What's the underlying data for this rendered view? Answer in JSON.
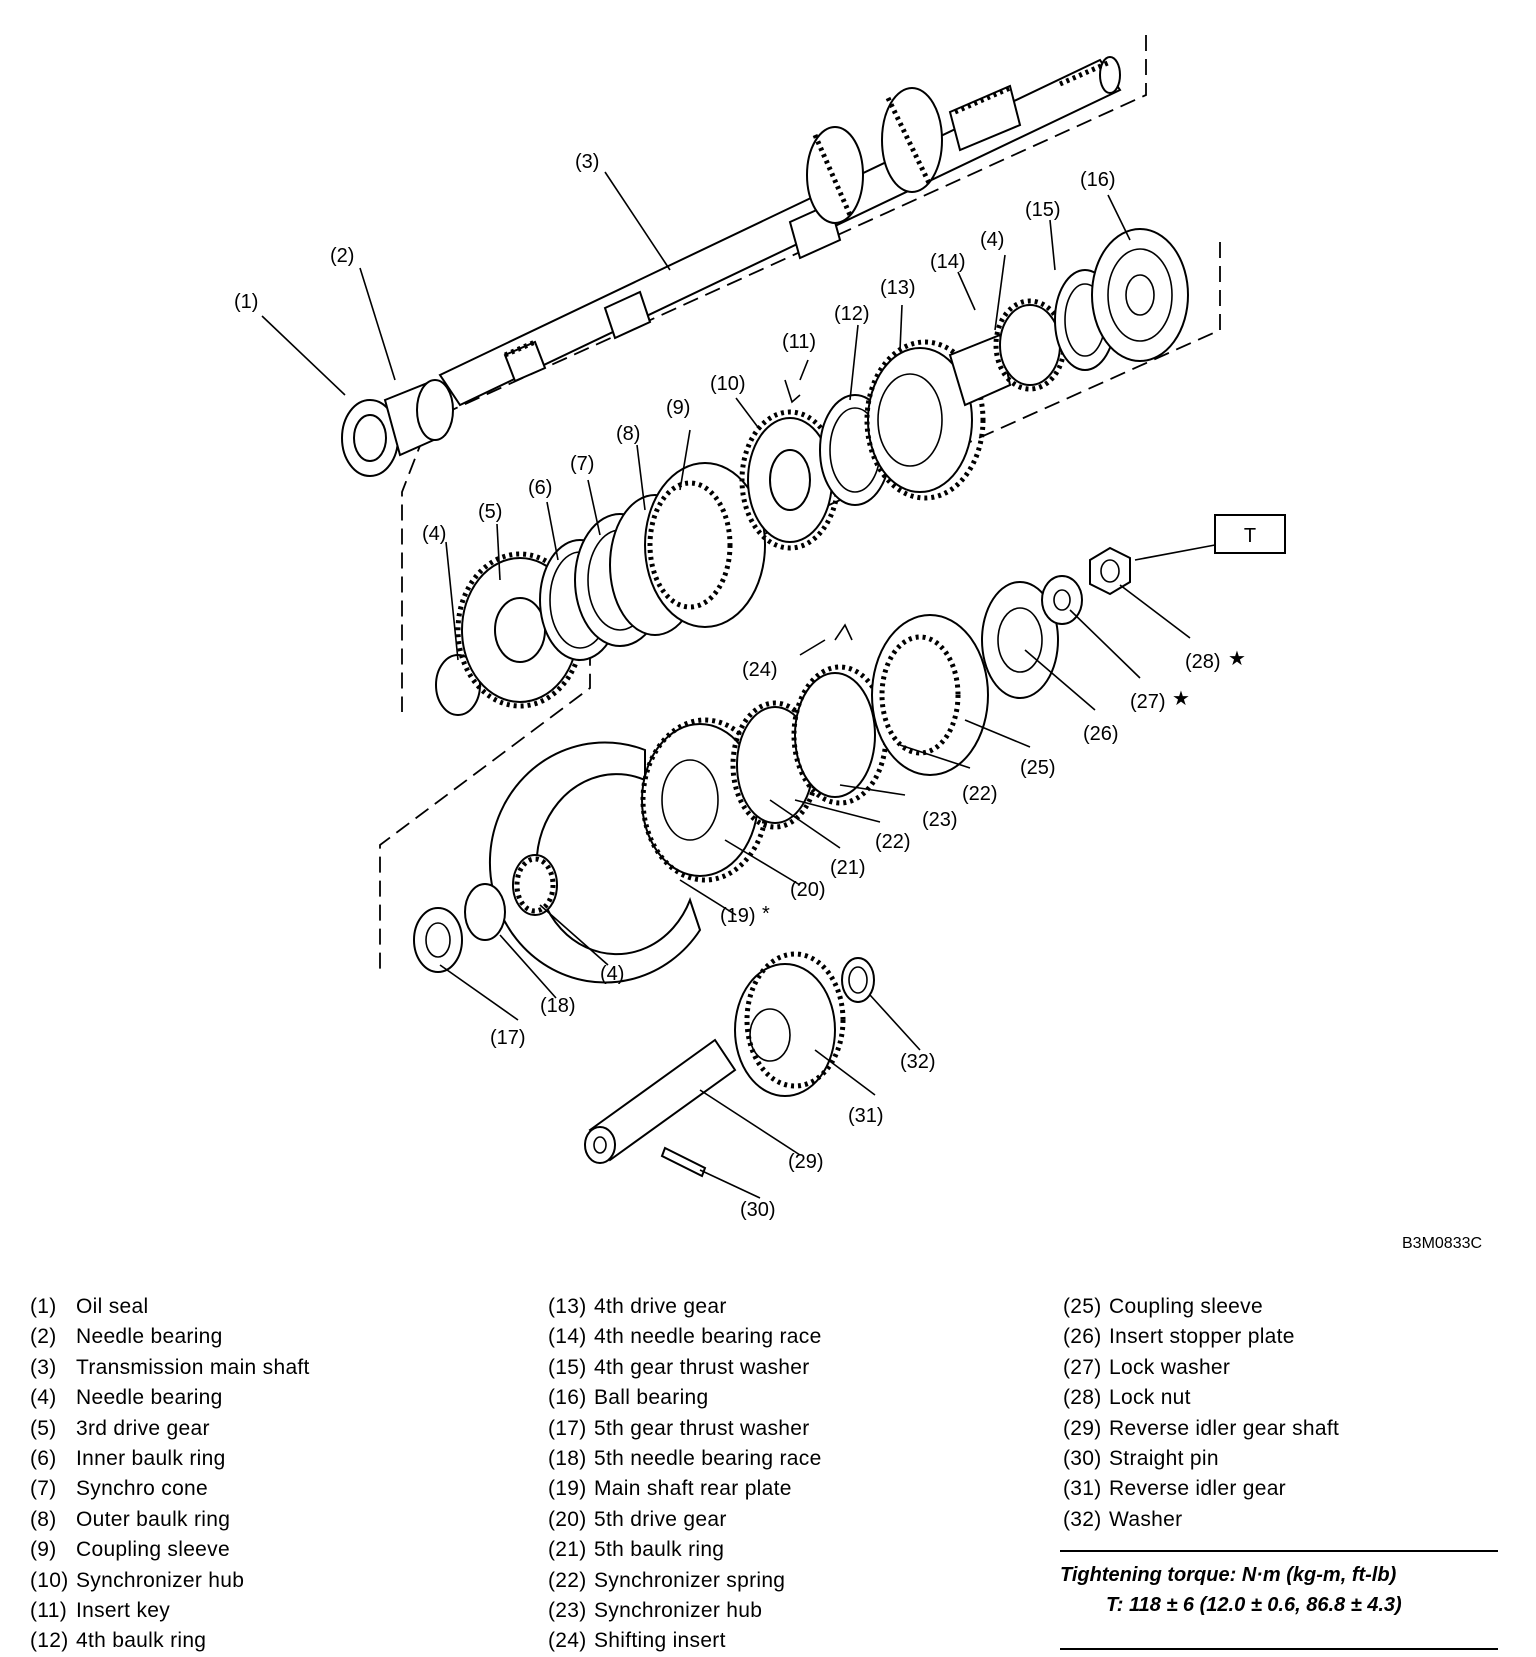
{
  "figure_code": "B3M0833C",
  "box_label": "T",
  "callouts": {
    "c1": "(1)",
    "c2": "(2)",
    "c3": "(3)",
    "c4a": "(4)",
    "c4b": "(4)",
    "c4c": "(4)",
    "c5": "(5)",
    "c6": "(6)",
    "c7": "(7)",
    "c8": "(8)",
    "c9": "(9)",
    "c10": "(10)",
    "c11": "(11)",
    "c12": "(12)",
    "c13": "(13)",
    "c14": "(14)",
    "c15": "(15)",
    "c16": "(16)",
    "c17": "(17)",
    "c18": "(18)",
    "c19": "(19)",
    "c20": "(20)",
    "c21": "(21)",
    "c22a": "(22)",
    "c22b": "(22)",
    "c23": "(23)",
    "c24": "(24)",
    "c25": "(25)",
    "c26": "(26)",
    "c27": "(27)",
    "c28": "(28)",
    "c29": "(29)",
    "c30": "(30)",
    "c31": "(31)",
    "c32": "(32)",
    "mark_star_27": "★",
    "mark_star_28": "★",
    "mark_asterisk_19": "*"
  },
  "legend": [
    [
      {
        "num": "(1)",
        "name": "Oil seal"
      },
      {
        "num": "(2)",
        "name": "Needle bearing"
      },
      {
        "num": "(3)",
        "name": "Transmission main shaft"
      },
      {
        "num": "(4)",
        "name": "Needle bearing"
      },
      {
        "num": "(5)",
        "name": "3rd drive gear"
      },
      {
        "num": "(6)",
        "name": "Inner baulk ring"
      },
      {
        "num": "(7)",
        "name": "Synchro cone"
      },
      {
        "num": "(8)",
        "name": "Outer baulk ring"
      },
      {
        "num": "(9)",
        "name": "Coupling sleeve"
      },
      {
        "num": "(10)",
        "name": "Synchronizer hub"
      },
      {
        "num": "(11)",
        "name": "Insert key"
      },
      {
        "num": "(12)",
        "name": "4th baulk ring"
      }
    ],
    [
      {
        "num": "(13)",
        "name": "4th drive gear"
      },
      {
        "num": "(14)",
        "name": "4th needle bearing race"
      },
      {
        "num": "(15)",
        "name": "4th gear thrust washer"
      },
      {
        "num": "(16)",
        "name": "Ball bearing"
      },
      {
        "num": "(17)",
        "name": "5th gear thrust washer"
      },
      {
        "num": "(18)",
        "name": "5th needle bearing race"
      },
      {
        "num": "(19)",
        "name": "Main shaft rear plate"
      },
      {
        "num": "(20)",
        "name": "5th drive gear"
      },
      {
        "num": "(21)",
        "name": "5th baulk ring"
      },
      {
        "num": "(22)",
        "name": "Synchronizer spring"
      },
      {
        "num": "(23)",
        "name": "Synchronizer hub"
      },
      {
        "num": "(24)",
        "name": "Shifting insert"
      }
    ],
    [
      {
        "num": "(25)",
        "name": "Coupling sleeve"
      },
      {
        "num": "(26)",
        "name": "Insert stopper plate"
      },
      {
        "num": "(27)",
        "name": "Lock washer"
      },
      {
        "num": "(28)",
        "name": "Lock nut"
      },
      {
        "num": "(29)",
        "name": "Reverse idler gear shaft"
      },
      {
        "num": "(30)",
        "name": "Straight pin"
      },
      {
        "num": "(31)",
        "name": "Reverse idler gear"
      },
      {
        "num": "(32)",
        "name": "Washer"
      }
    ]
  ],
  "torque": {
    "heading": "Tightening torque: N·m (kg-m, ft-lb)",
    "value": "T: 118 ± 6 (12.0 ± 0.6, 86.8 ± 4.3)"
  }
}
